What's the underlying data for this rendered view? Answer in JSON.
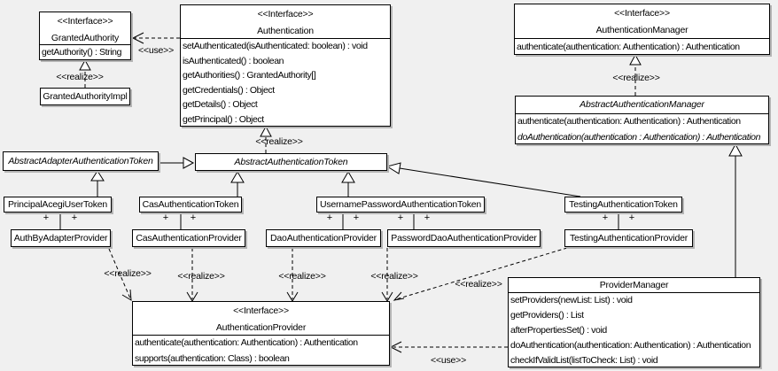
{
  "labels": {
    "use": "<<use>>",
    "realize": "<<realize>>",
    "plus": "+"
  },
  "colors": {
    "background": "#f0f0f0",
    "box_fill": "#ffffff",
    "line": "#000000",
    "shadow": "#b4b4b4"
  },
  "classes": {
    "granted_authority": {
      "stereotype": "<<Interface>>",
      "name": "GrantedAuthority",
      "methods": [
        "getAuthority() : String"
      ]
    },
    "granted_authority_impl": {
      "name": "GrantedAuthorityImpl"
    },
    "authentication": {
      "stereotype": "<<Interface>>",
      "name": "Authentication",
      "methods": [
        "setAuthenticated(isAuthenticated: boolean) : void",
        "isAuthenticated() : boolean",
        "getAuthorities() : GrantedAuthority[]",
        "getCredentials() : Object",
        "getDetails() : Object",
        "getPrincipal() : Object"
      ]
    },
    "authentication_manager": {
      "stereotype": "<<Interface>>",
      "name": "AuthenticationManager",
      "methods": [
        "authenticate(authentication: Authentication) : Authentication"
      ]
    },
    "abstract_authentication_manager": {
      "name": "AbstractAuthenticationManager",
      "methods": [
        "authenticate(authentication: Authentication) : Authentication",
        "doAuthentication(authentication : Authentication) : Authentication"
      ]
    },
    "abstract_adapter_authentication_token": {
      "name": "AbstractAdapterAuthenticationToken"
    },
    "abstract_authentication_token": {
      "name": "AbstractAuthenticationToken"
    },
    "principal_acegi_user_token": {
      "name": "PrincipalAcegiUserToken"
    },
    "cas_authentication_token": {
      "name": "CasAuthenticationToken"
    },
    "username_password_authentication_token": {
      "name": "UsernamePasswordAuthenticationToken"
    },
    "testing_authentication_token": {
      "name": "TestingAuthenticationToken"
    },
    "auth_by_adapter_provider": {
      "name": "AuthByAdapterProvider"
    },
    "cas_authentication_provider": {
      "name": "CasAuthenticationProvider"
    },
    "dao_authentication_provider": {
      "name": "DaoAuthenticationProvider"
    },
    "password_dao_authentication_provider": {
      "name": "PasswordDaoAuthenticationProvider"
    },
    "testing_authentication_provider": {
      "name": "TestingAuthenticationProvider"
    },
    "authentication_provider": {
      "stereotype": "<<Interface>>",
      "name": "AuthenticationProvider",
      "methods": [
        "authenticate(authentication: Authentication) : Authentication",
        "supports(authentication: Class) : boolean"
      ]
    },
    "provider_manager": {
      "name": "ProviderManager",
      "methods": [
        "setProviders(newList: List) : void",
        "getProviders() : List",
        "afterPropertiesSet() : void",
        "doAuthentication(authentication: Authentication) : Authentication",
        "checkIfValidList(listToCheck: List) : void"
      ]
    }
  }
}
